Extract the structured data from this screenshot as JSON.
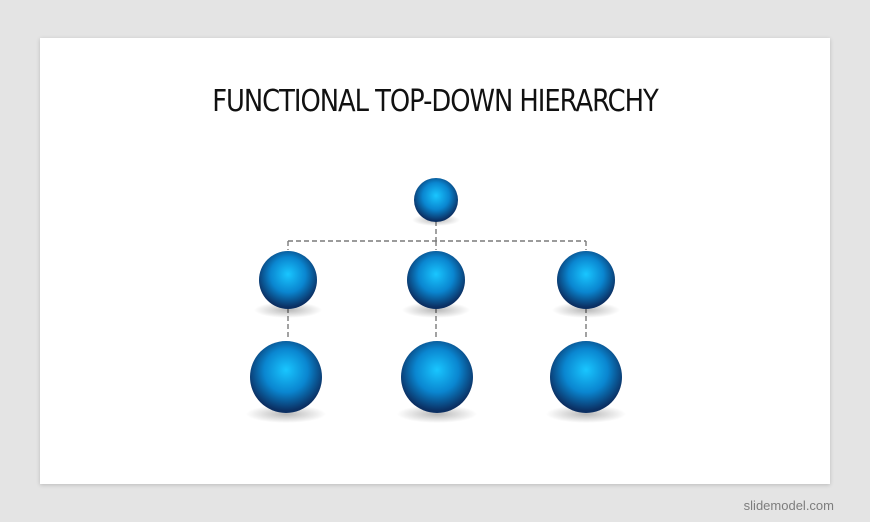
{
  "slide": {
    "title": "FUNCTIONAL TOP-DOWN HIERARCHY"
  },
  "diagram": {
    "node_colors": {
      "highlight": "#19c6ff",
      "mid": "#0a86d0",
      "edge": "#0b2f62"
    },
    "connector_color": "#7a7a7a",
    "nodes": [
      {
        "id": "root",
        "level": 0
      },
      {
        "id": "level1-left",
        "level": 1
      },
      {
        "id": "level1-center",
        "level": 1
      },
      {
        "id": "level1-right",
        "level": 1
      },
      {
        "id": "level2-left",
        "level": 2
      },
      {
        "id": "level2-center",
        "level": 2
      },
      {
        "id": "level2-right",
        "level": 2
      }
    ]
  },
  "footer": {
    "watermark": "slidemodel.com"
  }
}
